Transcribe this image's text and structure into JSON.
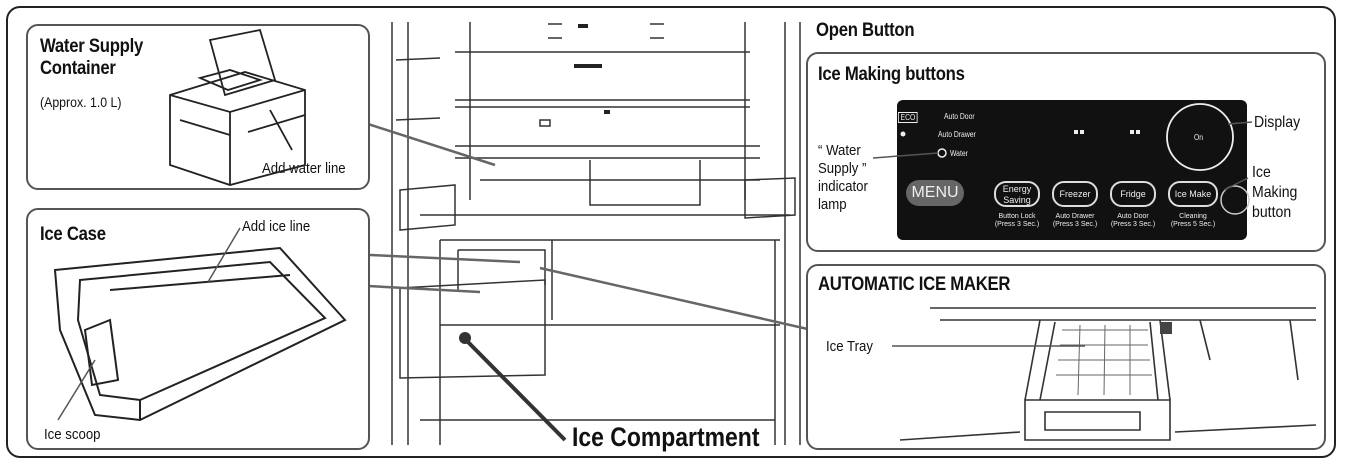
{
  "water_supply": {
    "title_line1": "Water Supply",
    "title_line2": "Container",
    "capacity": "(Approx. 1.0 L)",
    "add_water_line": "Add water line"
  },
  "ice_case": {
    "title": "Ice Case",
    "add_ice_line": "Add ice line",
    "ice_scoop": "Ice scoop"
  },
  "ice_compartment": "Ice Compartment",
  "open_button": "Open Button",
  "ice_making_buttons": {
    "title": "Ice Making buttons",
    "water_indicator_line1": "“ Water",
    "water_indicator_line2": "Supply ”",
    "water_indicator_line3": "indicator",
    "water_indicator_line4": "lamp",
    "display_label": "Display",
    "ice_making_button_line1": "Ice",
    "ice_making_button_line2": "Making",
    "ice_making_button_line3": "button",
    "control_panel": {
      "eco": "ECO",
      "auto_door": "Auto Door",
      "auto_drawer": "Auto Drawer",
      "water": "Water",
      "menu": "MENU",
      "on": "On",
      "buttons": [
        {
          "label_line1": "Energy",
          "label_line2": "Saving",
          "sub1": "Button Lock",
          "sub2": "(Press 3 Sec.)"
        },
        {
          "label_line1": "Freezer",
          "label_line2": "",
          "sub1": "Auto Drawer",
          "sub2": "(Press 3 Sec.)"
        },
        {
          "label_line1": "Fridge",
          "label_line2": "",
          "sub1": "Auto Door",
          "sub2": "(Press 3 Sec.)"
        },
        {
          "label_line1": "Ice Make",
          "label_line2": "",
          "sub1": "Cleaning",
          "sub2": "(Press 5 Sec.)"
        }
      ]
    }
  },
  "automatic_ice_maker": {
    "title": "AUTOMATIC ICE MAKER",
    "ice_tray": "Ice Tray"
  }
}
